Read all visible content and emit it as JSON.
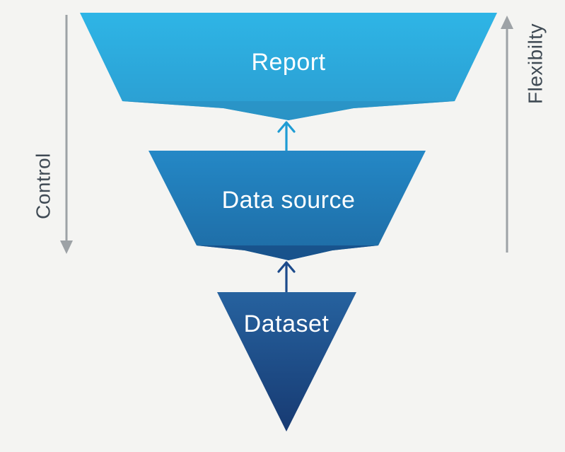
{
  "diagram": {
    "background_color": "#f4f4f2",
    "layers": [
      {
        "label": "Report",
        "color_top": "#2eb5e6",
        "color_bottom": "#2b9cd0",
        "fold_color": "#2a92c4",
        "text_color": "#ffffff"
      },
      {
        "label": "Data source",
        "color_top": "#2488c6",
        "color_bottom": "#1e6ba4",
        "fold_color": "#17508a",
        "text_color": "#ffffff"
      },
      {
        "label": "Dataset",
        "color_top": "#26629f",
        "color_bottom": "#173a72",
        "text_color": "#ffffff"
      }
    ],
    "connectors": [
      {
        "name": "datasource-to-report",
        "color": "#1e9cd4"
      },
      {
        "name": "dataset-to-datasource",
        "color": "#1c4a8b"
      }
    ],
    "axes": [
      {
        "label": "Control",
        "direction": "down",
        "line_color": "#9da2a6",
        "text_color": "#3f4a54"
      },
      {
        "label": "Flexibilty",
        "direction": "up",
        "line_color": "#9da2a6",
        "text_color": "#3f4a54"
      }
    ]
  }
}
